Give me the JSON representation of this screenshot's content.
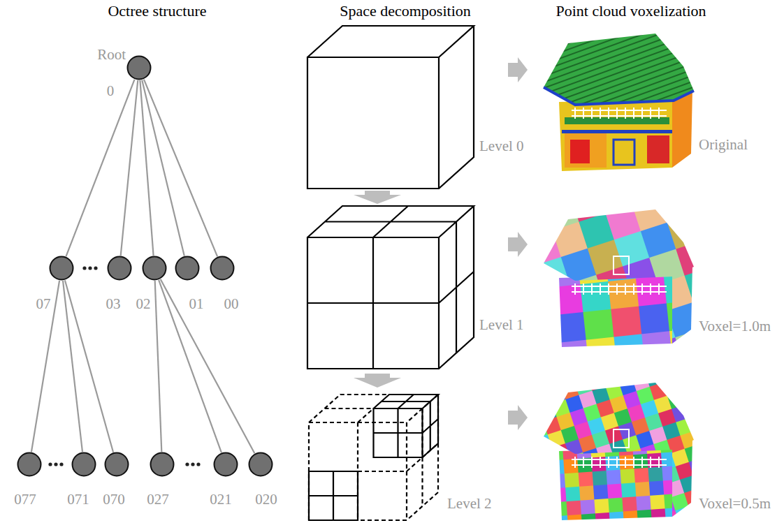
{
  "diagram": {
    "nodes": [
      {
        "text": [
          "Root",
          "0"
        ]
      },
      {
        "text": [
          "07"
        ]
      },
      {
        "text": [
          "03"
        ]
      },
      {
        "text": [
          "02"
        ]
      },
      {
        "text": [
          "01"
        ]
      },
      {
        "text": [
          "00"
        ]
      },
      {
        "text": [
          "077"
        ]
      },
      {
        "text": [
          "071"
        ]
      },
      {
        "text": [
          "070"
        ]
      },
      {
        "text": [
          "027"
        ]
      },
      {
        "text": [
          "021"
        ]
      },
      {
        "text": [
          "020"
        ]
      }
    ],
    "edges": [
      {
        "from": 0,
        "to": 1,
        "arrow": "none"
      },
      {
        "from": 0,
        "to": 2,
        "arrow": "none"
      },
      {
        "from": 0,
        "to": 3,
        "arrow": "none"
      },
      {
        "from": 0,
        "to": 4,
        "arrow": "none"
      },
      {
        "from": 0,
        "to": 5,
        "arrow": "none"
      },
      {
        "from": 1,
        "to": 6,
        "arrow": "none"
      },
      {
        "from": 1,
        "to": 7,
        "arrow": "none"
      },
      {
        "from": 1,
        "to": 8,
        "arrow": "none"
      },
      {
        "from": 3,
        "to": 9,
        "arrow": "none"
      },
      {
        "from": 3,
        "to": 10,
        "arrow": "none"
      },
      {
        "from": 3,
        "to": 11,
        "arrow": "none"
      }
    ],
    "labels": [
      "Octree structure",
      "Space decomposition",
      "Point cloud voxelization",
      "Level 0",
      "Level 1",
      "Level 2",
      "Original",
      "Voxel=1.0m",
      "Voxel=0.5m"
    ]
  }
}
